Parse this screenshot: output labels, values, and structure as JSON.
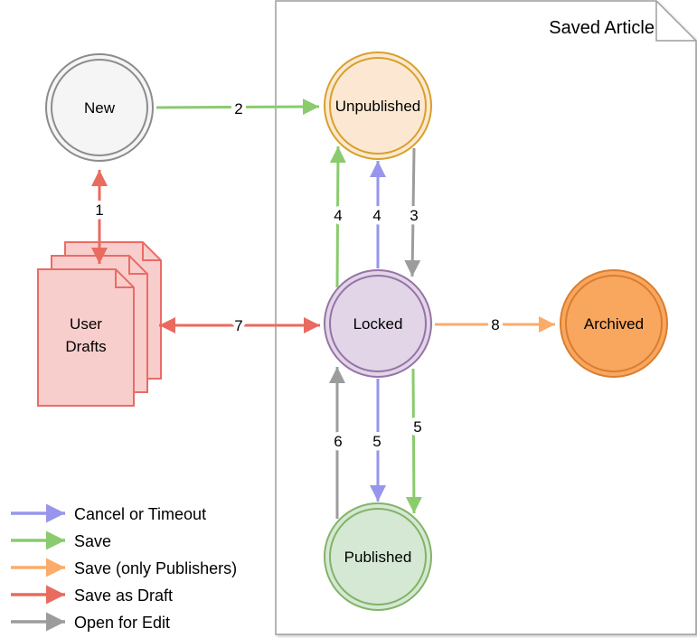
{
  "container": {
    "title": "Saved Article"
  },
  "nodes": {
    "new": {
      "label": "New"
    },
    "unpublished": {
      "label": "Unpublished"
    },
    "locked": {
      "label": "Locked"
    },
    "published": {
      "label": "Published"
    },
    "archived": {
      "label": "Archived"
    },
    "user_drafts": {
      "line1": "User",
      "line2": "Drafts"
    }
  },
  "edge_labels": {
    "new_drafts": "1",
    "new_unpublished": "2",
    "unpublished_locked": "3",
    "locked_unpublished_save": "4",
    "locked_unpublished_cancel": "4",
    "locked_published_cancel": "5",
    "locked_published_save": "5",
    "published_locked_edit": "6",
    "drafts_locked": "7",
    "locked_archived": "8"
  },
  "legend": [
    {
      "label": "Cancel or Timeout"
    },
    {
      "label": "Save"
    },
    {
      "label": "Save (only Publishers)"
    },
    {
      "label": "Save as Draft"
    },
    {
      "label": "Open for Edit"
    }
  ],
  "colors": {
    "cancel": "#9796ec",
    "save": "#8acb6e",
    "save_publishers": "#fbac6a",
    "save_draft": "#e96b60",
    "open_edit": "#9c9c9c",
    "container_border": "#9e9e9e",
    "new_fill": "#f5f5f5",
    "new_stroke": "#8c8c8c",
    "unpublished_fill": "#fce8d2",
    "unpublished_stroke": "#d8a02a",
    "locked_fill": "#e1d5e7",
    "locked_stroke": "#9673a6",
    "published_fill": "#d5e8d4",
    "published_stroke": "#82b366",
    "archived_fill": "#f9a65f",
    "archived_stroke": "#d97e2e",
    "drafts_fill": "#f8cecc",
    "drafts_stroke": "#ea6b66"
  }
}
